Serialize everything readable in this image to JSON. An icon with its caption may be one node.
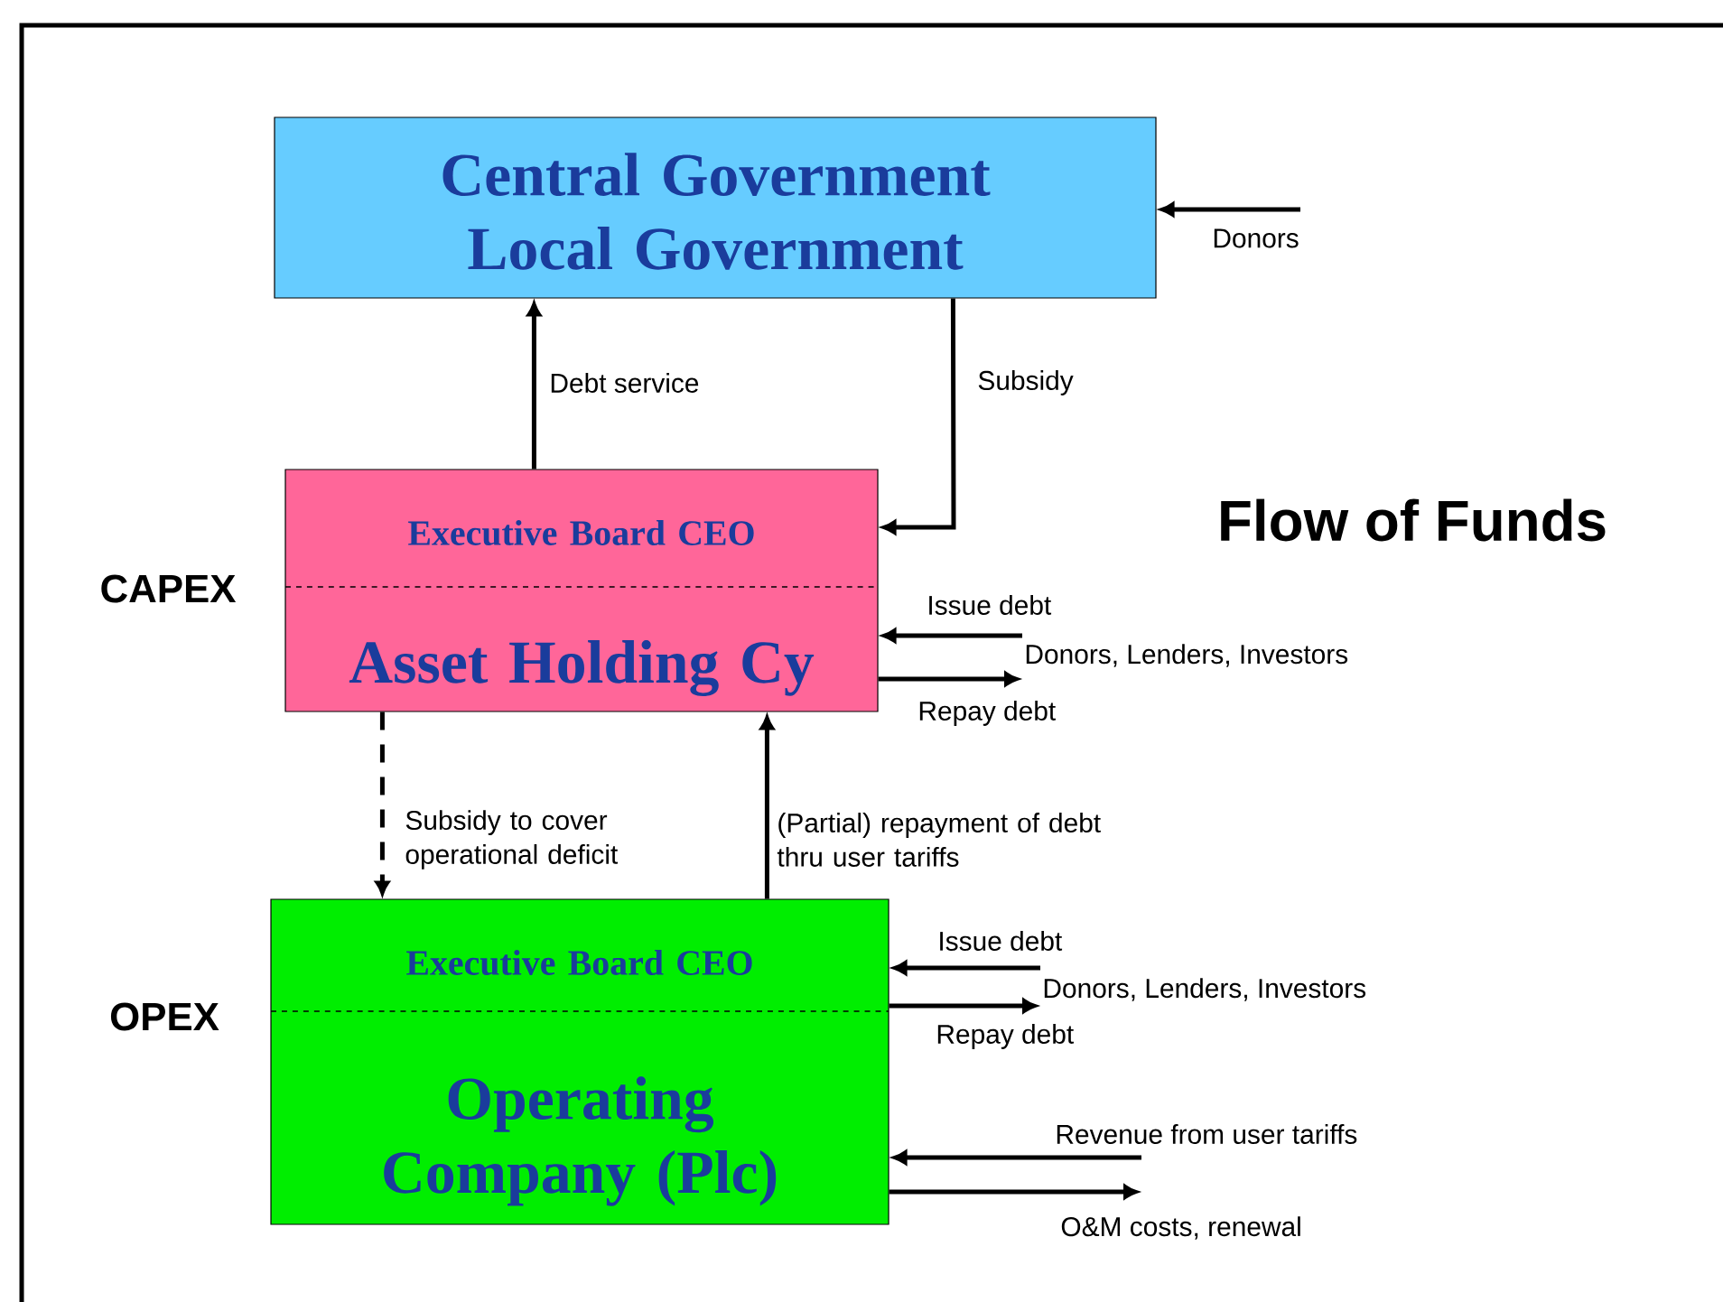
{
  "diagram": {
    "title": "Flow of Funds",
    "nodes": [
      {
        "text": [
          "Central Government Local Government"
        ]
      },
      {
        "text": [
          "Executive Board CEO",
          "Asset Holding Cy"
        ],
        "beside": [
          "CAPEX"
        ]
      },
      {
        "text": [
          "Executive Board CEO",
          "Operating Company (Plc)"
        ],
        "beside": [
          "OPEX"
        ]
      },
      {
        "text": [
          "Donors, Lenders, Investors"
        ]
      },
      {
        "text": [
          "Donors, Lenders, Investors"
        ]
      }
    ],
    "edges": [
      {
        "from": 1,
        "to": 0,
        "arrow": "to",
        "label": "Debt service"
      },
      {
        "from": 0,
        "to": 1,
        "arrow": "to",
        "label": "Subsidy"
      },
      {
        "from": null,
        "to": 0,
        "arrow": "to",
        "label": "Donors"
      },
      {
        "from": 3,
        "to": 1,
        "arrow": "to",
        "label": "Issue debt"
      },
      {
        "from": 1,
        "to": 3,
        "arrow": "to",
        "label": "Repay debt"
      },
      {
        "from": 1,
        "to": 2,
        "arrow": "to",
        "label": "Subsidy to cover operational deficit",
        "style": "dashed"
      },
      {
        "from": 2,
        "to": 1,
        "arrow": "to",
        "label": "(Partial) repayment of debt thru user tariffs"
      },
      {
        "from": 4,
        "to": 2,
        "arrow": "to",
        "label": "Issue debt"
      },
      {
        "from": 2,
        "to": 4,
        "arrow": "to",
        "label": "Repay debt"
      },
      {
        "from": null,
        "to": 2,
        "arrow": "to",
        "label": "Revenue from user tariffs"
      },
      {
        "from": 2,
        "to": null,
        "arrow": "to",
        "label": "O&M costs, renewal"
      }
    ]
  }
}
